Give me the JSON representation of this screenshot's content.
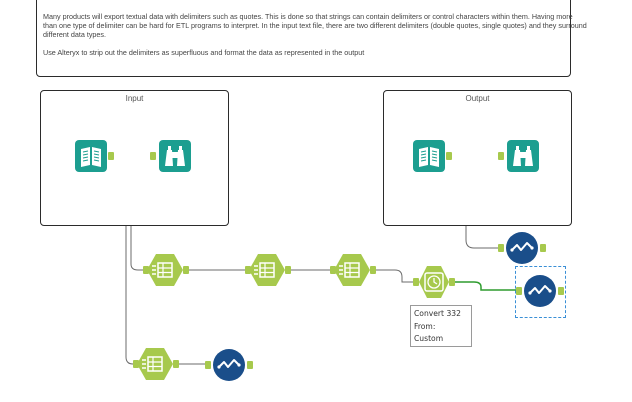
{
  "description": {
    "paragraph1": "Many products will export textual data with delimiters such as quotes.  This is done so that strings can contain delimiters or control characters within them.  Having more than one type of delimiter can be hard for ETL programs to interpret.  In the input text file, there are two different delimiters (double quotes, single quotes) and they surround different data types.",
    "paragraph2": "Use Alteryx to strip out the delimiters as superfluous and format the data as represented in the output"
  },
  "containers": {
    "input_title": "Input",
    "output_title": "Output"
  },
  "formula_tool": {
    "label_line1": "Convert 332",
    "label_line2": "From:",
    "label_line3": "Custom"
  },
  "colors": {
    "teal": "#1c9e90",
    "green": "#a7c94d",
    "navy": "#1a4e8a",
    "connector": "#6b6b6b",
    "selection": "#3a8fd6",
    "selected_connector": "#2e9c2e"
  }
}
